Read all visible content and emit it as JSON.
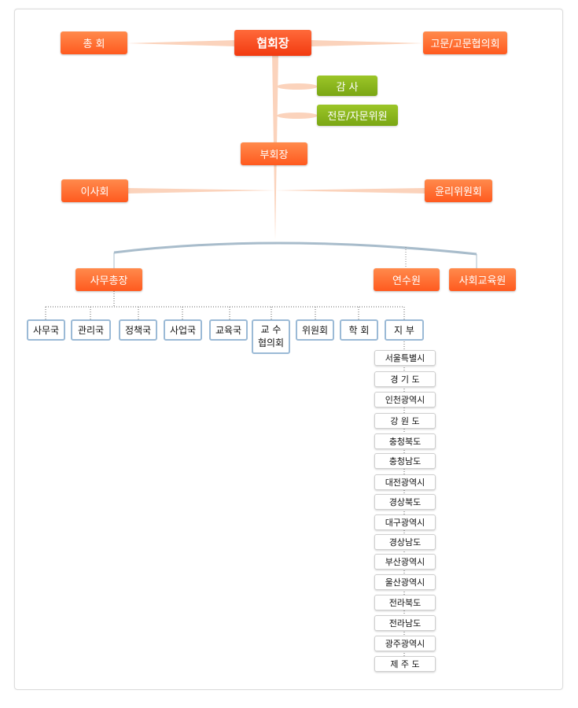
{
  "top": {
    "chairman": "협회장",
    "general_assembly": "총    회",
    "advisors": "고문/고문협의회",
    "auditor": "감       사",
    "expert_committee": "전문/자문위원",
    "vice_chairman": "부회장",
    "board": "이사회",
    "ethics_committee": "윤리위원회"
  },
  "middle": {
    "secretary_general": "사무총장",
    "training": "연수원",
    "social_education": "사회교육원"
  },
  "departments": [
    "사무국",
    "관리국",
    "정책국",
    "사업국",
    "교육국"
  ],
  "professor_council": {
    "line1": "교   수",
    "line2": "협의회"
  },
  "departments_after": [
    "위원회",
    "학  회",
    "지  부"
  ],
  "branches": [
    "서울특별시",
    "경  기  도",
    "인천광역시",
    "강  원  도",
    "충청북도",
    "충청남도",
    "대전광역시",
    "경상북도",
    "대구광역시",
    "경상남도",
    "부산광역시",
    "울산광역시",
    "전라북도",
    "전라남도",
    "광주광역시",
    "제  주  도"
  ],
  "colors": {
    "orange": "#ff5a1f",
    "green": "#8cb81e",
    "blue_border": "#9bbad6",
    "connector": "#fbd3bc"
  }
}
